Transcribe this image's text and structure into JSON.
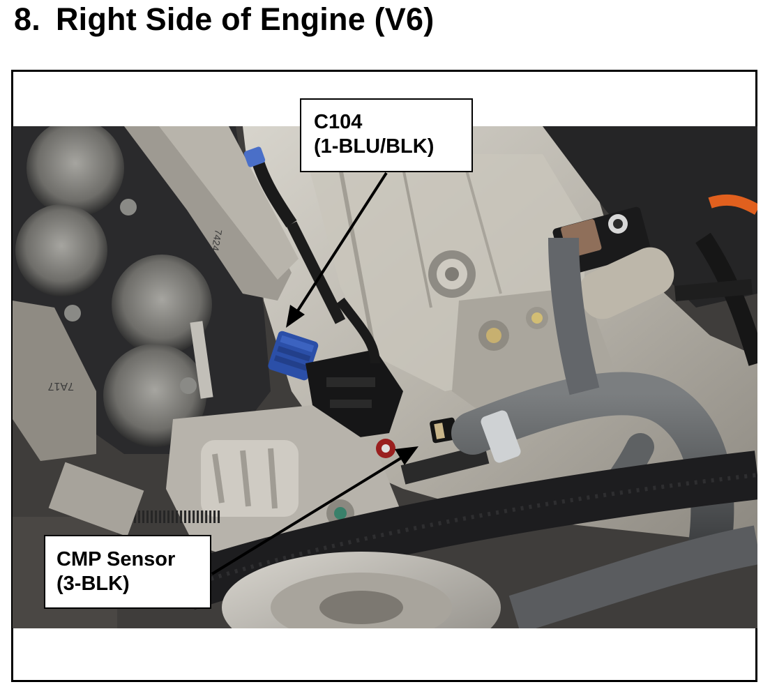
{
  "page": {
    "title_number": "8.",
    "title_text": "Right Side of Engine (V6)"
  },
  "callouts": {
    "c104": {
      "line1": "C104",
      "line2": "(1-BLU/BLK)"
    },
    "cmp_sensor": {
      "line1": "CMP Sensor",
      "line2": "(3-BLK)"
    }
  },
  "photo_markings": {
    "gasket_tag_1": "7A17",
    "gasket_tag_2": "7424"
  },
  "colors": {
    "connector_blue": "#2b4fa8",
    "hose_gray": "#5d6062",
    "engine_silver": "#b9b6ad",
    "gasket_dark": "#2a2a2c",
    "belt_black": "#1d1d1f",
    "accent_orange": "#e1601e"
  }
}
